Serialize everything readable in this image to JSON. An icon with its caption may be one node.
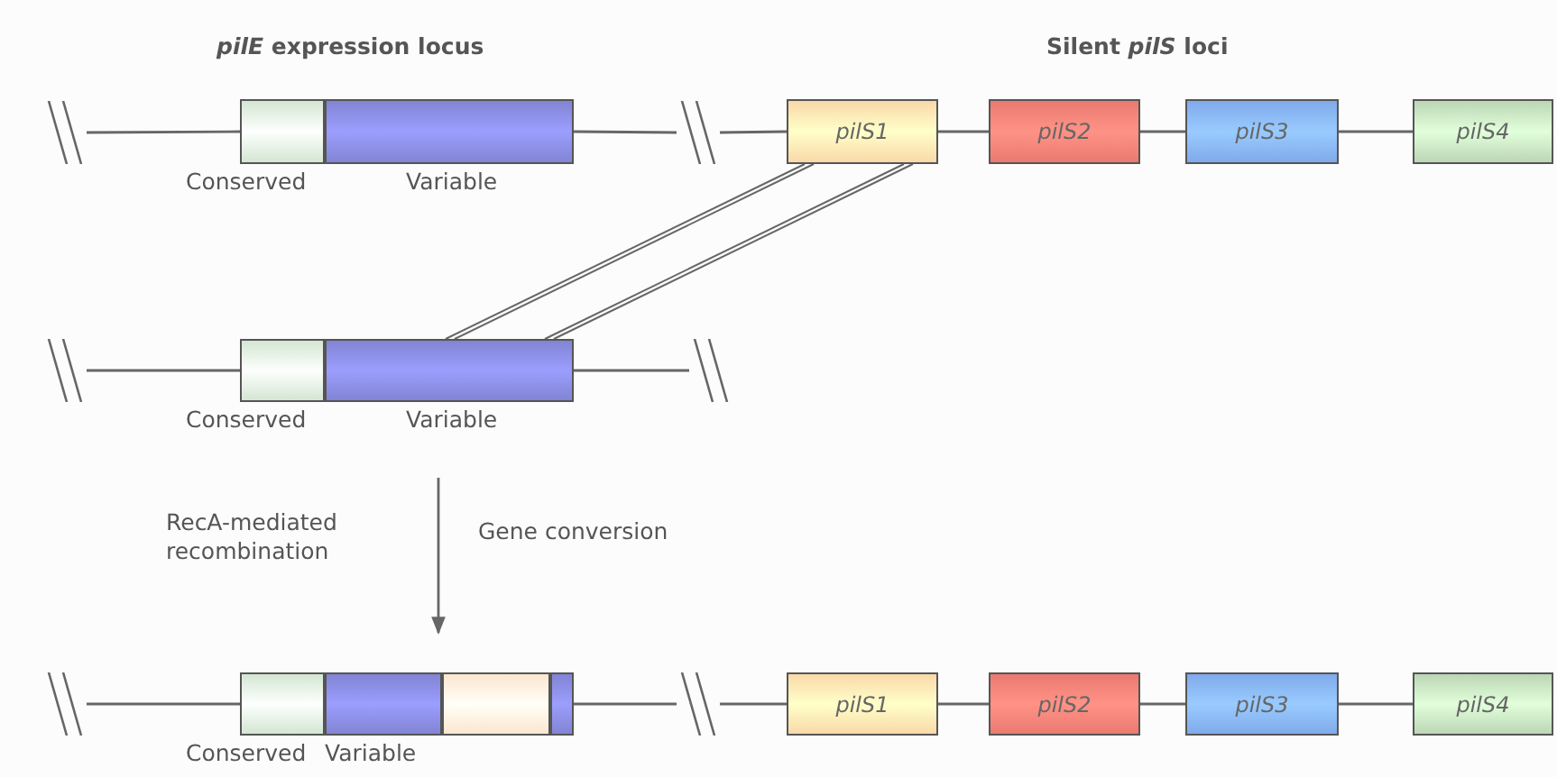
{
  "diagram": {
    "nodes": [
      {
        "text": [],
        "shape": "bar"
      },
      {
        "text": [],
        "shape": "box",
        "beside": [
          "Conserved"
        ]
      },
      {
        "text": [],
        "shape": "box",
        "beside": [
          "Variable"
        ]
      },
      {
        "text": [],
        "shape": "bar"
      },
      {
        "text": [
          "pilS1"
        ]
      },
      {
        "text": [
          "pilS2"
        ]
      },
      {
        "text": [
          "pilS3"
        ]
      },
      {
        "text": [
          "pilS4"
        ]
      },
      {
        "text": [],
        "shape": "bar"
      },
      {
        "text": [],
        "shape": "box",
        "beside": [
          "Conserved"
        ]
      },
      {
        "text": [],
        "shape": "box",
        "beside": [
          "Variable"
        ]
      },
      {
        "text": [],
        "shape": "bar"
      },
      {
        "text": [],
        "shape": "bar"
      },
      {
        "text": [],
        "shape": "box",
        "beside": [
          "Conserved"
        ]
      },
      {
        "text": [],
        "shape": "box",
        "beside": [
          "Variable"
        ]
      },
      {
        "text": [],
        "shape": "box"
      },
      {
        "text": [],
        "shape": "box"
      },
      {
        "text": [],
        "shape": "bar"
      },
      {
        "text": [
          "pilS1"
        ]
      },
      {
        "text": [
          "pilS2"
        ]
      },
      {
        "text": [
          "pilS3"
        ]
      },
      {
        "text": [
          "pilS4"
        ]
      }
    ],
    "edges": [
      {
        "from": 0,
        "to": 1,
        "arrow": "none"
      },
      {
        "from": 2,
        "to": 3,
        "arrow": "none"
      },
      {
        "from": 3,
        "to": 4,
        "arrow": "none"
      },
      {
        "from": 4,
        "to": 5,
        "arrow": "none"
      },
      {
        "from": 5,
        "to": 6,
        "arrow": "none"
      },
      {
        "from": 6,
        "to": 7,
        "arrow": "none"
      },
      {
        "from": 4,
        "to": 10,
        "arrow": "none"
      },
      {
        "from": 4,
        "to": 10,
        "arrow": "none"
      },
      {
        "from": 8,
        "to": 9,
        "arrow": "none"
      },
      {
        "from": 10,
        "to": 11,
        "arrow": "none"
      },
      {
        "from": 10,
        "to": 14,
        "arrow": "to"
      },
      {
        "from": 12,
        "to": 13,
        "arrow": "none"
      },
      {
        "from": 16,
        "to": 17,
        "arrow": "none"
      },
      {
        "from": 17,
        "to": 18,
        "arrow": "none"
      },
      {
        "from": 18,
        "to": 19,
        "arrow": "none"
      },
      {
        "from": 19,
        "to": 20,
        "arrow": "none"
      },
      {
        "from": 20,
        "to": 21,
        "arrow": "none"
      }
    ],
    "labels": [
      "*pilE* expression locus",
      "Silent *pilS* loci",
      "RecA-mediated recombination",
      "Gene conversion"
    ]
  }
}
